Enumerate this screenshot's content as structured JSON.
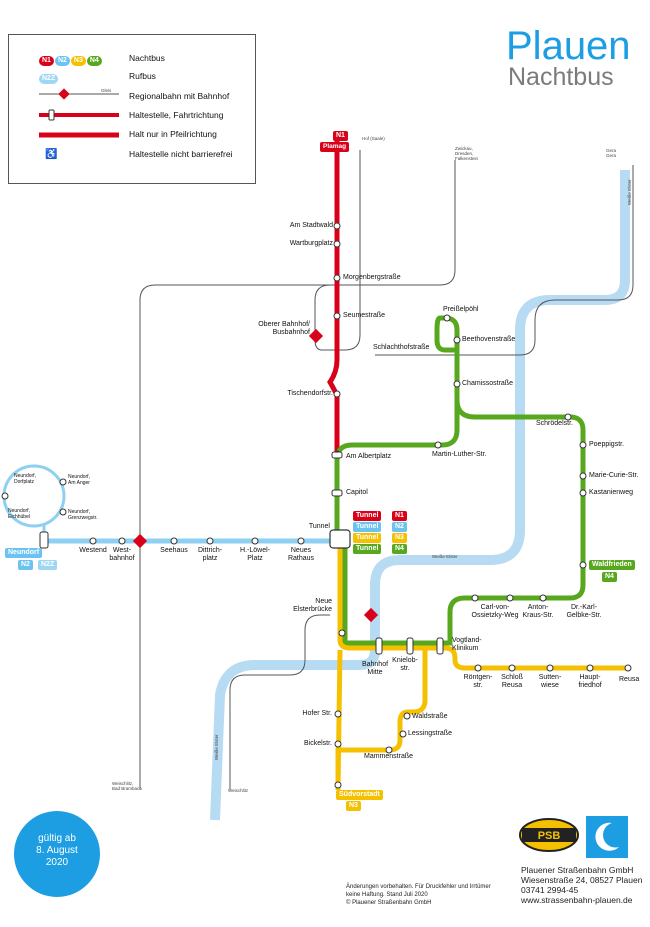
{
  "title": {
    "line1": "Plauen",
    "line2": "Nachtbus"
  },
  "colors": {
    "N1": "#d90019",
    "N2": "#6cc3ef",
    "N3": "#f5c000",
    "N4": "#57a81e",
    "rail": "#555555",
    "river": "#b6dbf3",
    "brand": "#1d9ee3"
  },
  "legend": {
    "nachtbus": {
      "chips": [
        "N1",
        "N2",
        "N3",
        "N4"
      ],
      "text": "Nachtbus"
    },
    "rufbus": {
      "chip": "N2Z",
      "text": "Rufbus"
    },
    "regionalbahn": {
      "text": "Regionalbahn mit Bahnhof",
      "small": "Gleis"
    },
    "haltestelle": {
      "text": "Haltestelle, Fahrtrichtung"
    },
    "pfeilrichtung": {
      "text": "Halt nur in Pfeilrichtung"
    },
    "barriere": {
      "text": "Haltestelle nicht barrierefrei"
    }
  },
  "stations": {
    "plamag": "Plamag",
    "am_stadtwald": "Am Stadtwald",
    "wartburgplatz": "Wartburgplatz",
    "morgenbergstrasse": "Morgenbergstraße",
    "seumestrasse": "Seumestraße",
    "oberer_bahnhof": "Oberer Bahnhof/\nBusbahnhof",
    "schlachthofstrasse": "Schlachthofstraße",
    "tischendorfstr": "Tischendorfstr.",
    "am_albertplatz": "Am Albertplatz",
    "capitol": "Capitol",
    "tunnel": "Tunnel",
    "preisselpoehl": "Preißelpöhl",
    "beethovenstrasse": "Beethovenstraße",
    "chamissostrasse": "Chamissostraße",
    "martin_luther": "Martin-Luther-Str.",
    "schroedelstr": "Schrödelstr.",
    "poeppigstr": "Poeppigstr.",
    "marie_curie": "Marie-Curie-Str.",
    "kastanienweg": "Kastanienweg",
    "waldfrieden": "Waldfrieden",
    "neundorf": "Neundorf",
    "neundorf_dorfplatz": "Neundorf,\nDorfplatz",
    "neundorf_am_anger": "Neundorf,\nAm Anger",
    "neundorf_eichhuebel": "Neundorf,\nEichhübel",
    "neundorf_grenzweg": "Neundorf,\nGrenzwegstr.",
    "westend": "Westend",
    "westbahnhof": "West-\nbahnhof",
    "seehaus": "Seehaus",
    "dittrichplatz": "Dittrich-\nplatz",
    "h_loewel_platz": "H.-Löwel-\nPlatz",
    "neues_rathaus": "Neues\nRathaus",
    "neue_elsterbruecke": "Neue\nElsterbrücke",
    "bahnhof_mitte": "Bahnhof\nMitte",
    "kriebelstr": "Knielob-\nstr.",
    "vogtland_klinikum": "Vogtland-\nKlinikum",
    "carl_von_ossietzky": "Carl-von-\nOssietzky-Weg",
    "anton_kraus": "Anton-\nKraus-Str.",
    "dr_karl_gelbke": "Dr.-Karl-\nGelbke-Str.",
    "roentgenstr": "Röntgen-\nstr.",
    "schloss_reusa": "Schloß\nReusa",
    "suttenwiese": "Sutten-\nwiese",
    "hauptfriedhof": "Haupt-\nfriedhof",
    "reusa": "Reusa",
    "hofer_str": "Hofer Str.",
    "waldstrasse": "Waldstraße",
    "lessingstrasse": "Lessingstraße",
    "bickelstr": "Bickelstr.",
    "mammenstrasse": "Mammenstraße",
    "suedvorstadt": "Südvorstadt"
  },
  "badges": {
    "plamag": "N1",
    "tunnel_n1": "N1",
    "tunnel_n2": "N2",
    "tunnel_n3": "N3",
    "tunnel_n4": "N4",
    "tunnel_label": "Tunnel",
    "waldfrieden_n4": "N4",
    "neundorf_lines": [
      "N2",
      "N2Z"
    ],
    "suedvorstadt_n3": "N3"
  },
  "small_labels": {
    "hof_saale": "Hof (Saale)",
    "zwickau": "Zwickau,\nDresden,\nFalkenstein",
    "gera": "Gera\nGera",
    "weisse_elster_1": "Weiße Elster",
    "weisse_elster_2": "Weiße Elster",
    "weisse_elster_3": "Weiße Elster",
    "weischlitz": "Weischlitz,\nBad Brambach",
    "weischlitz2": "Weischlitz"
  },
  "validity": [
    "gültig ab",
    "8. August",
    "2020"
  ],
  "footer_note": [
    "Änderungen vorbehalten. Für Druckfehler und Irrtümer",
    "keine Haftung. Stand Juli 2020",
    "© Plauener Straßenbahn GmbH"
  ],
  "company": [
    "Plauener Straßenbahn GmbH",
    "Wiesenstraße 24, 08527 Plauen",
    "03741 2994-45",
    "www.strassenbahn-plauen.de"
  ],
  "logo_text": "PSB"
}
